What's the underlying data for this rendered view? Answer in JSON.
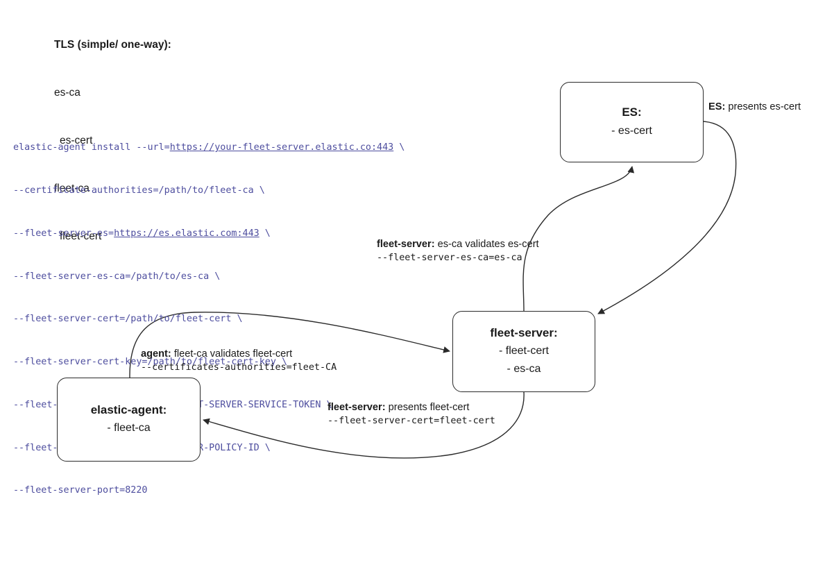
{
  "legend": {
    "title": "TLS (simple/ one-way):",
    "lines": [
      "es-ca",
      "es-cert",
      "fleet-ca",
      "fleet-cert"
    ]
  },
  "command": {
    "color": "#4d4d9e",
    "lines": [
      {
        "pre": "elastic-agent install --url=",
        "link": "https://your-fleet-server.elastic.co:443",
        "post": " \\"
      },
      {
        "pre": "--certificate-authorities=/path/to/fleet-ca \\",
        "link": "",
        "post": ""
      },
      {
        "pre": "--fleet-server-es=",
        "link": "https://es.elastic.com:443",
        "post": " \\"
      },
      {
        "pre": "--fleet-server-es-ca=/path/to/es-ca \\",
        "link": "",
        "post": ""
      },
      {
        "pre": "--fleet-server-cert=/path/to/fleet-cert \\",
        "link": "",
        "post": ""
      },
      {
        "pre": "--fleet-server-cert-key=/path/to/fleet-cert-key \\",
        "link": "",
        "post": ""
      },
      {
        "pre": "--fleet-server-service-token=FLEET-SERVER-SERVICE-TOKEN \\",
        "link": "",
        "post": ""
      },
      {
        "pre": "--fleet-server-policy=FLEET-SERVER-POLICY-ID \\",
        "link": "",
        "post": ""
      },
      {
        "pre": "--fleet-server-port=8220",
        "link": "",
        "post": ""
      }
    ]
  },
  "nodes": {
    "es": {
      "name": "ES:",
      "items": [
        "- es-cert"
      ]
    },
    "fleet_server": {
      "name": "fleet-server:",
      "items": [
        "- fleet-cert",
        "- es-ca"
      ]
    },
    "elastic_agent": {
      "name": "elastic-agent:",
      "items": [
        "- fleet-ca"
      ]
    }
  },
  "edges": {
    "es_presents": {
      "actor": "ES:",
      "text": " presents es-cert",
      "code": ""
    },
    "fleet_validates": {
      "actor": "fleet-server:",
      "text": " es-ca validates es-cert",
      "code": "--fleet-server-es-ca=es-ca"
    },
    "agent_validates": {
      "actor": "agent:",
      "text": " fleet-ca validates fleet-cert",
      "code": "--certificates-authorities=fleet-CA"
    },
    "fleet_presents": {
      "actor": "fleet-server:",
      "text": " presents fleet-cert",
      "code": "--fleet-server-cert=fleet-cert"
    }
  },
  "style": {
    "stroke": "#2a2a2a",
    "background": "#ffffff",
    "text": "#1a1a1a"
  }
}
